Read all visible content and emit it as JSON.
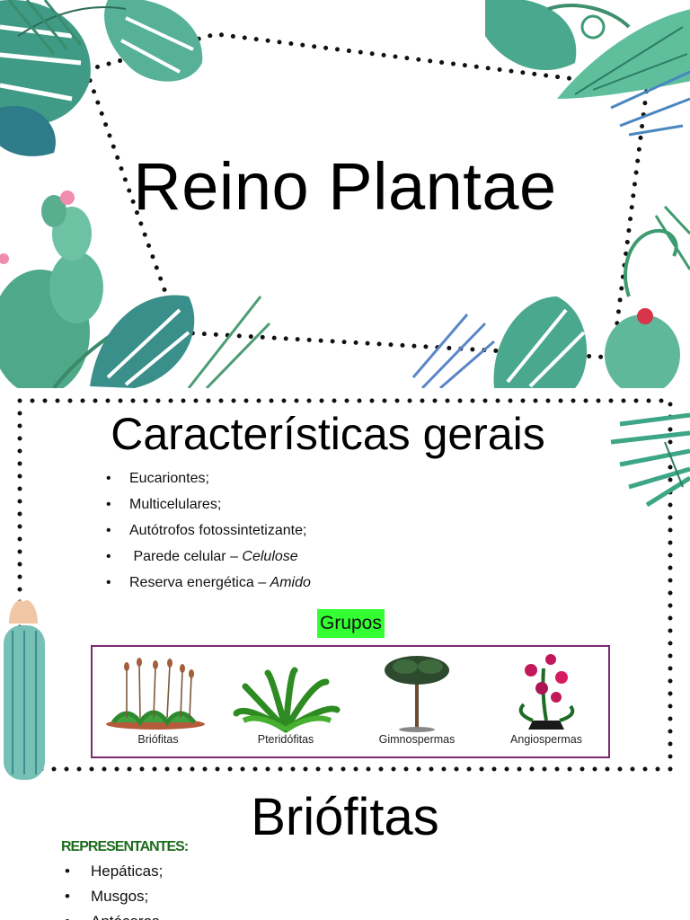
{
  "slide1": {
    "title": "Reino Plantae"
  },
  "slide2": {
    "title": "Características gerais",
    "bullets": [
      {
        "text": "Eucariontes;",
        "em": ""
      },
      {
        "text": "Multicelulares;",
        "em": ""
      },
      {
        "text": "Autótrofos fotossintetizante;",
        "em": ""
      },
      {
        "text": " Parede celular – ",
        "em": "Celulose"
      },
      {
        "text": "Reserva energética – ",
        "em": "Amido"
      }
    ],
    "groups_heading": "Grupos",
    "groups": [
      {
        "label": "Briófitas",
        "icon": "moss-icon"
      },
      {
        "label": "Pteridófitas",
        "icon": "fern-icon"
      },
      {
        "label": "Gimnospermas",
        "icon": "pine-tree-icon"
      },
      {
        "label": "Angiospermas",
        "icon": "orchid-icon"
      }
    ],
    "highlight_color": "#33ff33",
    "box_border_color": "#7a2b6e"
  },
  "slide3": {
    "title": "Briófitas",
    "subtitle": "REPRESENTANTES:",
    "items": [
      "Hepáticas;",
      "Musgos;",
      "Antóceros"
    ],
    "subtitle_color": "#1e6b1e"
  }
}
